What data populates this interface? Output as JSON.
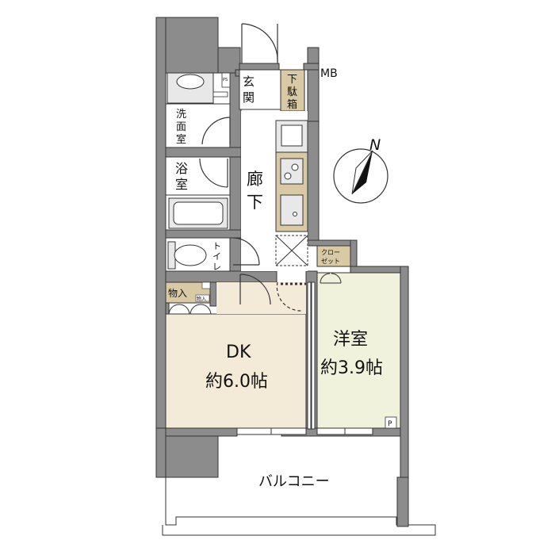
{
  "rooms": {
    "genkan_1": "玄",
    "genkan_2": "関",
    "getabako_1": "下",
    "getabako_2": "駄",
    "getabako_3": "箱",
    "mb": "MB",
    "ps": "PS",
    "senmen_1": "洗",
    "senmen_2": "面",
    "senmen_3": "室",
    "yoku_1": "浴",
    "yoku_2": "室",
    "rouka_1": "廊",
    "rouka_2": "下",
    "toilet_1": "ト",
    "toilet_2": "イ",
    "toilet_3": "レ",
    "monoire": "物入",
    "monoire_small": "物入",
    "monoire_v1": "物",
    "monoire_v2": "入",
    "closet_1": "クロー",
    "closet_2": "ゼット",
    "dk_name": "DK",
    "dk_size": "約6.0帖",
    "youshitsu_name": "洋室",
    "youshitsu_size": "約3.9帖",
    "balcony": "バルコニー",
    "p_box": "P"
  },
  "compass": {
    "north": "N"
  },
  "colors": {
    "wall": "#8c8c8c",
    "dk_floor": "#f3ead8",
    "youshitsu_floor": "#f1f2dc",
    "storage": "#d9c9a4",
    "line": "#333333"
  }
}
